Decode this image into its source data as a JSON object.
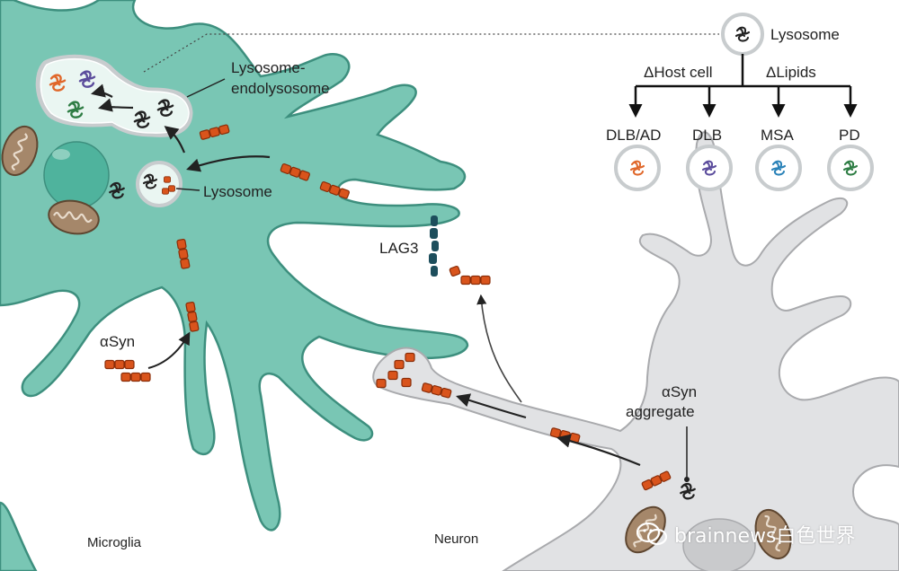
{
  "labels": {
    "lysosome_endolysosome_line1": "Lysosome-",
    "lysosome_endolysosome_line2": "endolysosome",
    "lysosome_inner": "Lysosome",
    "lysosome_legend": "Lysosome",
    "host_cell": "ΔHost cell",
    "lipids": "ΔLipids",
    "dlb_ad": "DLB/AD",
    "dlb": "DLB",
    "msa": "MSA",
    "pd": "PD",
    "lag3": "LAG3",
    "asyn": "αSyn",
    "asyn_aggregate_line1": "αSyn",
    "asyn_aggregate_line2": "aggregate",
    "microglia": "Microglia",
    "neuron": "Neuron"
  },
  "watermark": {
    "text": "brainnews白色世界",
    "icon": "wechat-icon"
  },
  "colors": {
    "microglia_fill": "#79c6b4",
    "microglia_stroke": "#3d8f7e",
    "neuron_fill": "#e1e2e4",
    "neuron_stroke": "#a9aaad",
    "asyn_orange": "#d9541c",
    "mito_fill": "#a5876a",
    "lag3": "#1d4e5c",
    "strain_dlb_ad": "#e0672a",
    "strain_dlb": "#5b4c9c",
    "strain_msa": "#2a82b8",
    "strain_pd": "#2e7d44"
  },
  "icons": [
    "lysosome-icon",
    "arrow-icon",
    "asyn-fibril-icon",
    "mitochondrion-icon",
    "lag3-receptor-icon"
  ]
}
